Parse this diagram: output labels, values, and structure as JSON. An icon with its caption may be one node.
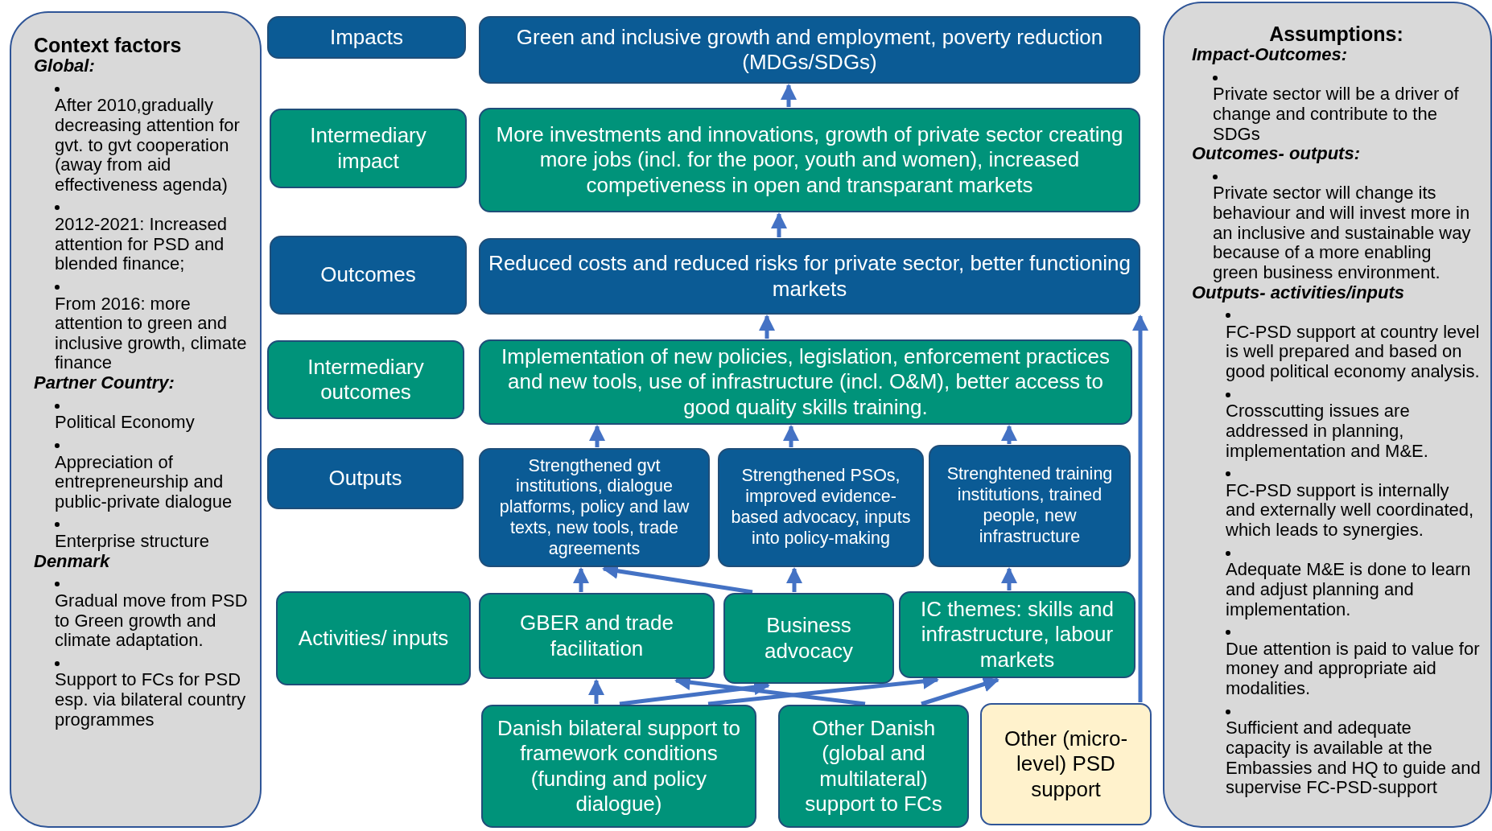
{
  "diagram": {
    "nodes": [
      {
        "text": [
          "Context factors",
          "Global:",
          "After 2010,gradually decreasing attention for gvt. to gvt cooperation (away from aid effectiveness agenda)",
          "2012-2021: Increased attention for PSD and blended finance;",
          "From 2016: more attention to green and inclusive growth, climate finance",
          "Partner Country:",
          "Political Economy",
          "Appreciation of entrepreneurship and public-private dialogue",
          "Enterprise structure",
          "Denmark",
          "Gradual move from PSD to Green growth and climate adaptation.",
          "Support to FCs for PSD esp. via bilateral country programmes"
        ]
      },
      {
        "text": [
          "Impacts"
        ]
      },
      {
        "text": [
          "Green and inclusive growth and employment, poverty reduction (MDGs/SDGs)"
        ]
      },
      {
        "text": [
          "Intermediary impact"
        ]
      },
      {
        "text": [
          "More investments and innovations, growth of private sector creating more jobs (incl. for the poor, youth and women), increased competiveness in open and transparant markets"
        ]
      },
      {
        "text": [
          "Outcomes"
        ]
      },
      {
        "text": [
          "Reduced costs and reduced risks for private sector, better functioning markets"
        ]
      },
      {
        "text": [
          "Intermediary outcomes"
        ]
      },
      {
        "text": [
          "Implementation of new policies, legislation, enforcement practices and new tools, use of infrastructure (incl. O&M), better access to good quality skills training."
        ]
      },
      {
        "text": [
          "Outputs"
        ]
      },
      {
        "text": [
          "Strengthened gvt institutions, dialogue platforms, policy and law texts, new tools, trade agreements"
        ]
      },
      {
        "text": [
          "Strengthened PSOs, improved evidence-based advocacy, inputs into policy-making"
        ]
      },
      {
        "text": [
          "Strenghtened training institutions, trained people, new infrastructure"
        ]
      },
      {
        "text": [
          "Activities/ inputs"
        ]
      },
      {
        "text": [
          "GBER and trade facilitation"
        ]
      },
      {
        "text": [
          "Business advocacy"
        ]
      },
      {
        "text": [
          "IC themes: skills and infrastructure, labour markets"
        ]
      },
      {
        "text": [
          "Danish bilateral support to framework conditions (funding and policy dialogue)"
        ]
      },
      {
        "text": [
          "Other Danish (global and multilateral) support to FCs"
        ]
      },
      {
        "text": [
          "Other (micro-level) PSD support"
        ]
      },
      {
        "text": [
          "Assumptions:",
          "Impact-Outcomes:",
          "Private sector will be a driver of change and contribute to the SDGs",
          "Outcomes- outputs:",
          "Private sector will change its behaviour and will invest more in an inclusive and sustainable way because of a more enabling green business environment.",
          "Outputs- activities/inputs",
          "FC-PSD support at country level is well prepared and based on good political economy analysis.",
          "Crosscutting issues are addressed in planning, implementation and M&E.",
          "FC-PSD support is internally and externally well coordinated, which leads to synergies.",
          "Adequate M&E is done to learn and adjust planning and implementation.",
          "Due attention is paid to value for money and appropriate aid modalities.",
          "Sufficient and adequate capacity is available at the Embassies and HQ to guide and supervise FC-PSD-support"
        ]
      }
    ],
    "edges": [
      {
        "from": 4,
        "to": 2,
        "arrow": "to"
      },
      {
        "from": 6,
        "to": 4,
        "arrow": "to"
      },
      {
        "from": 8,
        "to": 6,
        "arrow": "to"
      },
      {
        "from": 10,
        "to": 8,
        "arrow": "to"
      },
      {
        "from": 11,
        "to": 8,
        "arrow": "to"
      },
      {
        "from": 12,
        "to": 8,
        "arrow": "to"
      },
      {
        "from": 14,
        "to": 10,
        "arrow": "to"
      },
      {
        "from": 15,
        "to": 10,
        "arrow": "to"
      },
      {
        "from": 15,
        "to": 11,
        "arrow": "to"
      },
      {
        "from": 16,
        "to": 12,
        "arrow": "to"
      },
      {
        "from": 17,
        "to": 14,
        "arrow": "to"
      },
      {
        "from": 17,
        "to": 15,
        "arrow": "to"
      },
      {
        "from": 17,
        "to": 16,
        "arrow": "to"
      },
      {
        "from": 18,
        "to": 14,
        "arrow": "to"
      },
      {
        "from": 18,
        "to": 16,
        "arrow": "to"
      },
      {
        "from": 19,
        "to": 6,
        "arrow": "to"
      }
    ]
  }
}
